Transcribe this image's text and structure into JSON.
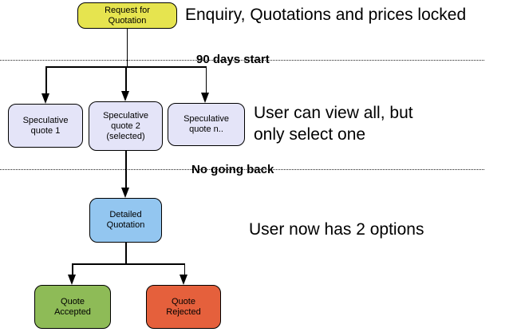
{
  "nodes": {
    "request_for_quotation": {
      "label": "Request for\nQuotation",
      "fill": "#e6e44f"
    },
    "speculative_quote_1": {
      "label": "Speculative\nquote 1",
      "fill": "#e4e4f8"
    },
    "speculative_quote_2": {
      "label": "Speculative\nquote 2\n(selected)",
      "fill": "#e4e4f8"
    },
    "speculative_quote_n": {
      "label": "Speculative\nquote n..",
      "fill": "#e4e4f8"
    },
    "detailed_quotation": {
      "label": "Detailed\nQuotation",
      "fill": "#93c6f0"
    },
    "quote_accepted": {
      "label": "Quote\nAccepted",
      "fill": "#8ebb57"
    },
    "quote_rejected": {
      "label": "Quote\nRejected",
      "fill": "#e5603c"
    }
  },
  "milestones": {
    "days_start": "90 days start",
    "no_going_back": "No going back"
  },
  "annotations": {
    "enquiry": "Enquiry, Quotations and prices locked",
    "view_all": "User can view all, but\nonly select one",
    "two_options": "User now has 2 options"
  },
  "colors": {
    "request": "#e6e44f",
    "speculative": "#e4e4f8",
    "detailed": "#93c6f0",
    "accepted": "#8ebb57",
    "rejected": "#e5603c",
    "line": "#000000"
  }
}
